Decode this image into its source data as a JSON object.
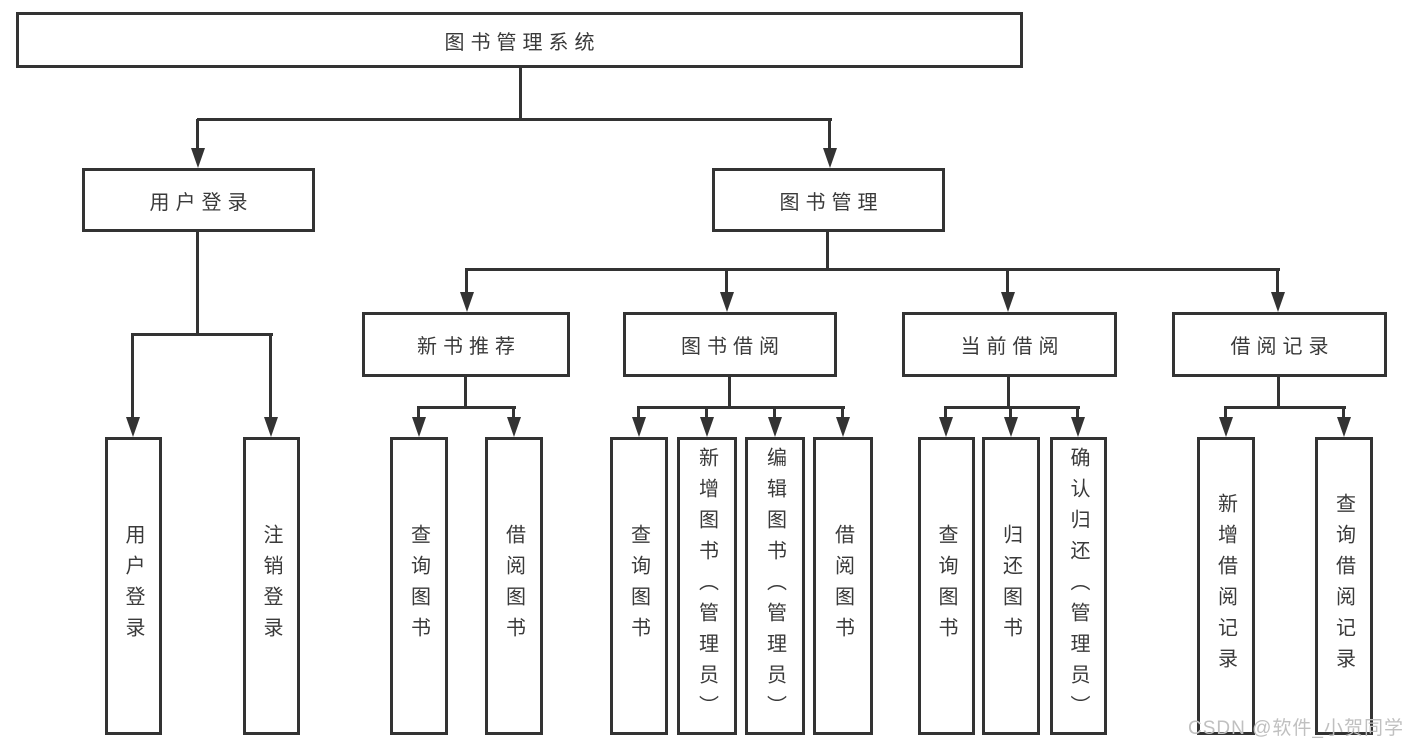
{
  "root": {
    "label": "图书管理系统"
  },
  "level2": [
    {
      "label": "用户登录"
    },
    {
      "label": "图书管理"
    }
  ],
  "level3": [
    {
      "label": "新书推荐"
    },
    {
      "label": "图书借阅"
    },
    {
      "label": "当前借阅"
    },
    {
      "label": "借阅记录"
    }
  ],
  "leaves": [
    {
      "label": "用户登录"
    },
    {
      "label": "注销登录"
    },
    {
      "label": "查询图书"
    },
    {
      "label": "借阅图书"
    },
    {
      "label": "查询图书"
    },
    {
      "label": "新增图书（管理员）"
    },
    {
      "label": "编辑图书（管理员）"
    },
    {
      "label": "借阅图书"
    },
    {
      "label": "查询图书"
    },
    {
      "label": "归还图书"
    },
    {
      "label": "确认归还（管理员）"
    },
    {
      "label": "新增借阅记录"
    },
    {
      "label": "查询借阅记录"
    }
  ],
  "watermark": "CSDN @软件_小贺同学",
  "colors": {
    "line": "#333333",
    "text": "#3a3a3a",
    "watermark": "#c0c0c0",
    "background": "#ffffff"
  }
}
